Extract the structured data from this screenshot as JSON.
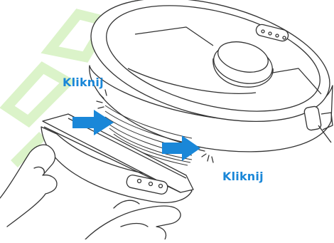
{
  "labels": {
    "top": "Kliknij",
    "bottom": "Kliknij"
  },
  "colors": {
    "label": "#1a87d8",
    "arrow": "#1a87d8",
    "line": "#333333",
    "watermark": "#d8f2c4"
  },
  "icons": {
    "robot": "robot-vacuum-illustration",
    "tray": "water-tank-tray-illustration",
    "arrow": "insert-direction-arrow-icon",
    "click": "click-sound-lines-icon"
  }
}
